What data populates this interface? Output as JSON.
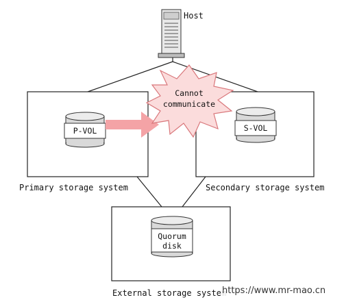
{
  "host": {
    "label": "Host"
  },
  "primary": {
    "volume_label": "P-VOL",
    "system_label": "Primary storage system"
  },
  "secondary": {
    "volume_label": "S-VOL",
    "system_label": "Secondary storage system"
  },
  "external": {
    "disk_label_line1": "Quorum",
    "disk_label_line2": "disk",
    "system_label": "External storage system"
  },
  "alert": {
    "line1": "Cannot",
    "line2": "communicate"
  },
  "watermark": "https://www.mr-mao.cn",
  "colors": {
    "arrow": "#f4a3a6",
    "burst_fill": "#fbdcdc",
    "burst_stroke": "#d9777b",
    "disk_body": "#d9d9d9"
  },
  "icons": [
    "server-icon",
    "disk-icon"
  ]
}
